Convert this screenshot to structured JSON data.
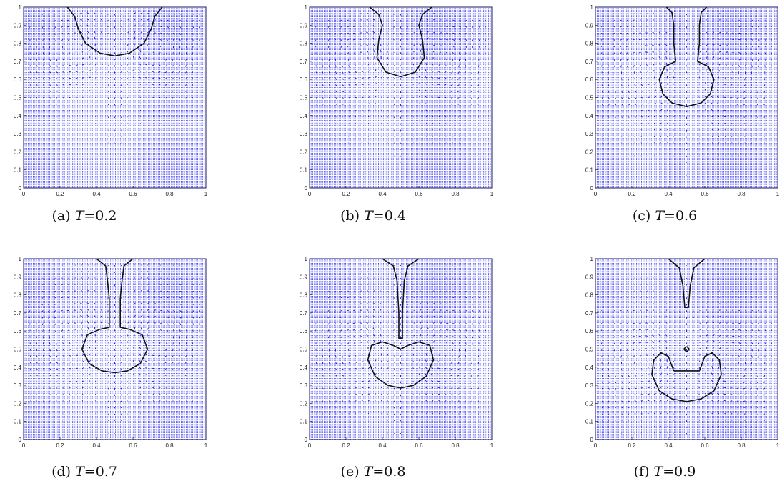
{
  "figure": {
    "panels": [
      {
        "id": "a",
        "caption_prefix": "(a) ",
        "caption_var": "T",
        "caption_eq": "=",
        "caption_value": "0.2",
        "time": 0.2,
        "stage": 0
      },
      {
        "id": "b",
        "caption_prefix": "(b) ",
        "caption_var": "T",
        "caption_eq": "=",
        "caption_value": "0.4",
        "time": 0.4,
        "stage": 1
      },
      {
        "id": "c",
        "caption_prefix": "(c) ",
        "caption_var": "T",
        "caption_eq": "=",
        "caption_value": "0.6",
        "time": 0.6,
        "stage": 2
      },
      {
        "id": "d",
        "caption_prefix": "(d) ",
        "caption_var": "T",
        "caption_eq": "=",
        "caption_value": "0.7",
        "time": 0.7,
        "stage": 3
      },
      {
        "id": "e",
        "caption_prefix": "(e) ",
        "caption_var": "T",
        "caption_eq": "=",
        "caption_value": "0.8",
        "time": 0.8,
        "stage": 4
      },
      {
        "id": "f",
        "caption_prefix": "(f) ",
        "caption_var": "T",
        "caption_eq": "=",
        "caption_value": "0.9",
        "time": 0.9,
        "stage": 5
      }
    ],
    "colors": {
      "vectors": "#1010e0",
      "interface": "#111111",
      "frame": "#1a1a66"
    }
  },
  "chart_data": {
    "type": "scatter",
    "description_kind": "velocity quiver field with interface contour",
    "xlim": [
      0,
      1
    ],
    "ylim": [
      0,
      1
    ],
    "x_ticks": [
      "0",
      "0.2",
      "0.4",
      "0.6",
      "0.8",
      "1"
    ],
    "y_ticks": [
      "0",
      "0.1",
      "0.2",
      "0.3",
      "0.4",
      "0.5",
      "0.6",
      "0.7",
      "0.8",
      "0.9",
      "1"
    ],
    "grid": false,
    "interface_contours": [
      {
        "panel": "a",
        "points": [
          [
            0.24,
            1.0
          ],
          [
            0.28,
            0.95
          ],
          [
            0.3,
            0.88
          ],
          [
            0.34,
            0.8
          ],
          [
            0.42,
            0.745
          ],
          [
            0.5,
            0.73
          ],
          [
            0.58,
            0.745
          ],
          [
            0.66,
            0.8
          ],
          [
            0.7,
            0.88
          ],
          [
            0.72,
            0.95
          ],
          [
            0.76,
            1.0
          ]
        ]
      },
      {
        "panel": "b",
        "points": [
          [
            0.33,
            1.0
          ],
          [
            0.38,
            0.96
          ],
          [
            0.4,
            0.9
          ],
          [
            0.38,
            0.82
          ],
          [
            0.37,
            0.72
          ],
          [
            0.42,
            0.64
          ],
          [
            0.5,
            0.615
          ],
          [
            0.58,
            0.64
          ],
          [
            0.63,
            0.72
          ],
          [
            0.62,
            0.82
          ],
          [
            0.6,
            0.9
          ],
          [
            0.62,
            0.96
          ],
          [
            0.67,
            1.0
          ]
        ]
      },
      {
        "panel": "c",
        "points": [
          [
            0.39,
            1.0
          ],
          [
            0.42,
            0.97
          ],
          [
            0.43,
            0.9
          ],
          [
            0.43,
            0.8
          ],
          [
            0.44,
            0.7
          ],
          [
            0.38,
            0.67
          ],
          [
            0.35,
            0.6
          ],
          [
            0.37,
            0.52
          ],
          [
            0.42,
            0.47
          ],
          [
            0.5,
            0.45
          ],
          [
            0.58,
            0.47
          ],
          [
            0.63,
            0.52
          ],
          [
            0.65,
            0.6
          ],
          [
            0.62,
            0.67
          ],
          [
            0.56,
            0.7
          ],
          [
            0.57,
            0.8
          ],
          [
            0.57,
            0.9
          ],
          [
            0.58,
            0.97
          ],
          [
            0.61,
            1.0
          ]
        ]
      },
      {
        "panel": "d",
        "points": [
          [
            0.4,
            1.0
          ],
          [
            0.45,
            0.96
          ],
          [
            0.46,
            0.88
          ],
          [
            0.47,
            0.78
          ],
          [
            0.47,
            0.62
          ],
          [
            0.42,
            0.61
          ],
          [
            0.35,
            0.58
          ],
          [
            0.32,
            0.5
          ],
          [
            0.36,
            0.42
          ],
          [
            0.43,
            0.38
          ],
          [
            0.5,
            0.37
          ],
          [
            0.57,
            0.38
          ],
          [
            0.64,
            0.42
          ],
          [
            0.68,
            0.5
          ],
          [
            0.65,
            0.58
          ],
          [
            0.58,
            0.61
          ],
          [
            0.53,
            0.62
          ],
          [
            0.53,
            0.78
          ],
          [
            0.54,
            0.88
          ],
          [
            0.55,
            0.96
          ],
          [
            0.6,
            1.0
          ]
        ]
      },
      {
        "panel": "e",
        "points": [
          [
            0.4,
            1.0
          ],
          [
            0.46,
            0.96
          ],
          [
            0.48,
            0.88
          ],
          [
            0.49,
            0.7
          ],
          [
            0.49,
            0.56
          ],
          [
            0.51,
            0.56
          ],
          [
            0.51,
            0.7
          ],
          [
            0.52,
            0.88
          ],
          [
            0.54,
            0.96
          ],
          [
            0.6,
            1.0
          ]
        ]
      },
      {
        "panel": "e2",
        "points": [
          [
            0.5,
            0.5
          ],
          [
            0.46,
            0.52
          ],
          [
            0.4,
            0.54
          ],
          [
            0.34,
            0.52
          ],
          [
            0.32,
            0.44
          ],
          [
            0.36,
            0.35
          ],
          [
            0.43,
            0.3
          ],
          [
            0.5,
            0.285
          ],
          [
            0.57,
            0.3
          ],
          [
            0.64,
            0.35
          ],
          [
            0.68,
            0.44
          ],
          [
            0.66,
            0.52
          ],
          [
            0.6,
            0.54
          ],
          [
            0.54,
            0.52
          ],
          [
            0.5,
            0.5
          ]
        ]
      },
      {
        "panel": "f",
        "points": [
          [
            0.4,
            1.0
          ],
          [
            0.46,
            0.95
          ],
          [
            0.48,
            0.85
          ],
          [
            0.49,
            0.73
          ],
          [
            0.51,
            0.73
          ],
          [
            0.52,
            0.85
          ],
          [
            0.54,
            0.95
          ],
          [
            0.6,
            1.0
          ]
        ]
      },
      {
        "panel": "f2",
        "points": [
          [
            0.43,
            0.38
          ],
          [
            0.4,
            0.46
          ],
          [
            0.36,
            0.48
          ],
          [
            0.32,
            0.44
          ],
          [
            0.31,
            0.36
          ],
          [
            0.35,
            0.27
          ],
          [
            0.42,
            0.225
          ],
          [
            0.5,
            0.21
          ],
          [
            0.58,
            0.225
          ],
          [
            0.65,
            0.27
          ],
          [
            0.69,
            0.36
          ],
          [
            0.68,
            0.44
          ],
          [
            0.64,
            0.48
          ],
          [
            0.6,
            0.46
          ],
          [
            0.57,
            0.38
          ],
          [
            0.43,
            0.38
          ]
        ]
      },
      {
        "panel": "f3",
        "points": [
          [
            0.5,
            0.515
          ],
          [
            0.515,
            0.5
          ],
          [
            0.5,
            0.485
          ],
          [
            0.485,
            0.5
          ],
          [
            0.5,
            0.515
          ]
        ]
      }
    ]
  }
}
